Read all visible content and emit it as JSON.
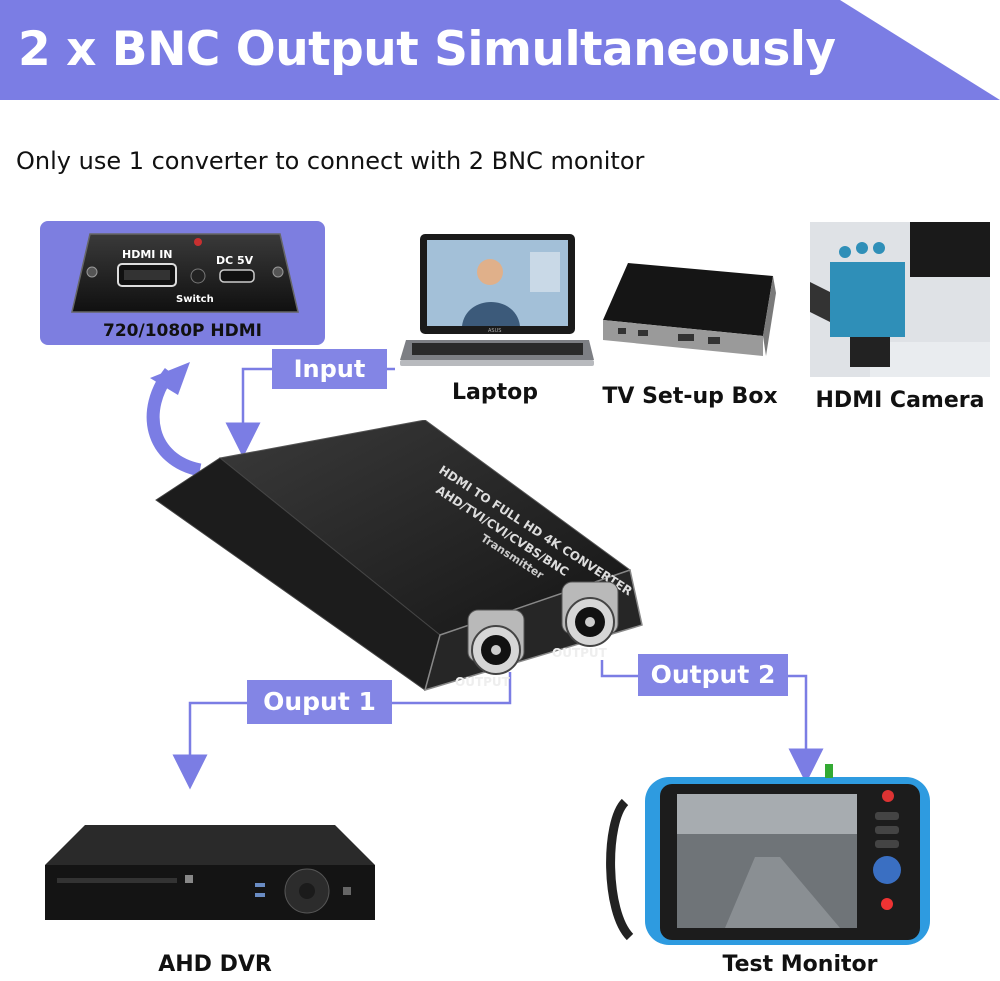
{
  "header": {
    "title": "2 x BNC Output Simultaneously",
    "accent_color": "#7b7de4"
  },
  "subtitle": "Only use 1 converter to connect with 2 BNC monitor",
  "hdmi_panel": {
    "label": "720/1080P HDMI",
    "port_hdmi_in": "HDMI IN",
    "port_dc": "DC 5V",
    "port_switch": "Switch"
  },
  "labels": {
    "input": "Input",
    "output1": "Ouput  1",
    "output2": "Output  2"
  },
  "devices": {
    "laptop": "Laptop",
    "tv_box": "TV Set-up Box",
    "camera": "HDMI Camera",
    "dvr": "AHD DVR",
    "test_monitor": "Test Monitor"
  },
  "converter": {
    "line1": "HDMI TO FULL HD 4K CONVERTER",
    "line2": "AHD/TVI/CVI/CVBS/BNC",
    "line3": "Transmitter",
    "port1": "OUTPUT",
    "port2": "OUTPUT"
  },
  "laptop_brand": "ASUS"
}
